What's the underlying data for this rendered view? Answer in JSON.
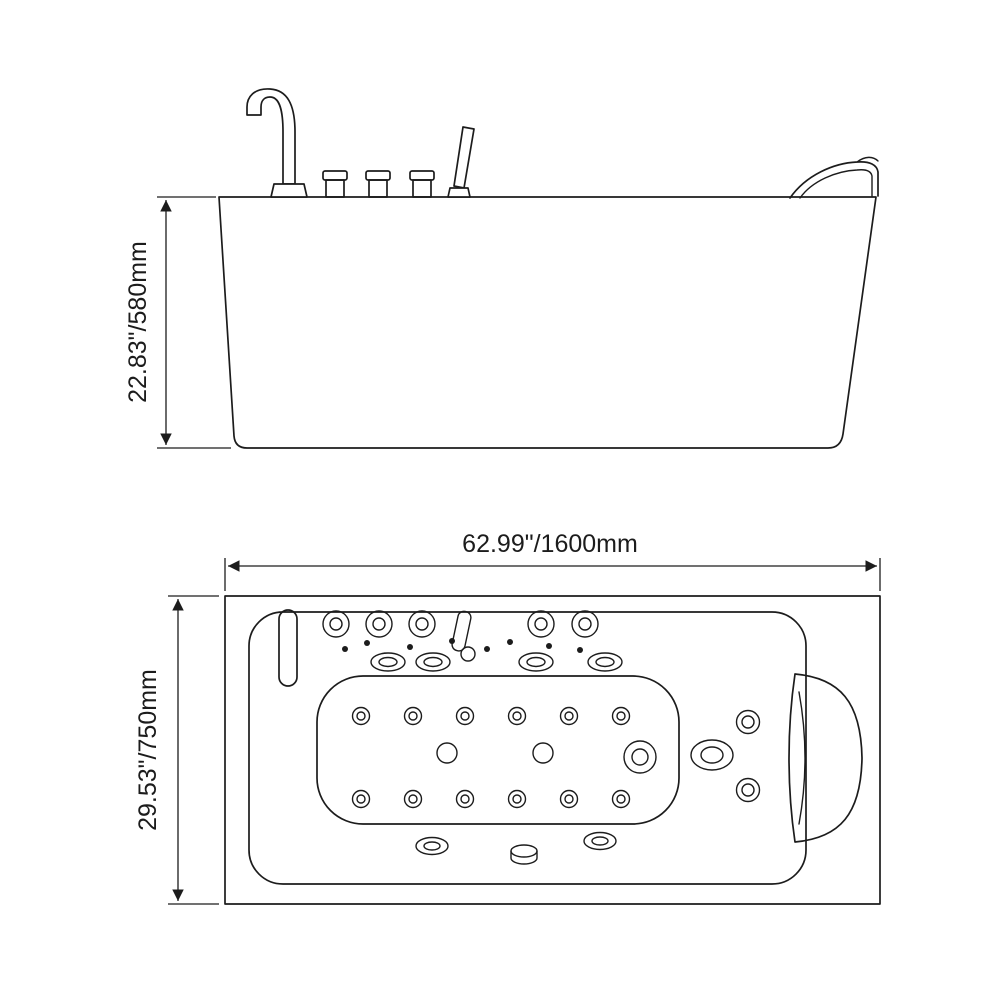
{
  "drawing": {
    "labels": {
      "height": "22.83\"/580mm",
      "width": "62.99\"/1600mm",
      "depth": "29.53\"/750mm"
    },
    "colors": {
      "line": "#1c1c1c",
      "background": "#ffffff"
    }
  }
}
